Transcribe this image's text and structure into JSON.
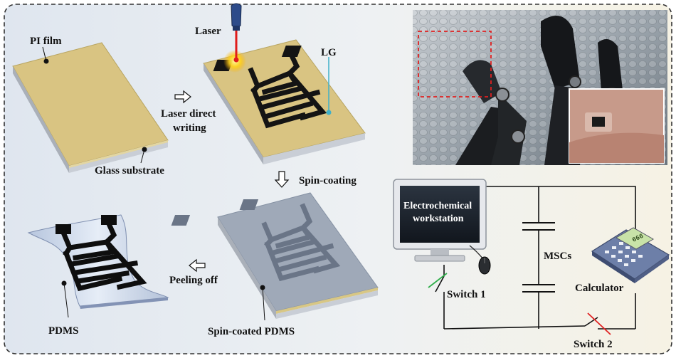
{
  "labels": {
    "pi_film": "PI film",
    "glass_substrate": "Glass substrate",
    "laser": "Laser",
    "lg": "LG",
    "laser_direct_line1": "Laser direct",
    "laser_direct_line2": "writing",
    "spin_coating": "Spin-coating",
    "peeling_off": "Peeling off",
    "pdms": "PDMS",
    "spin_coated_pdms": "Spin-coated PDMS",
    "workstation_line1": "Electrochemical",
    "workstation_line2": "workstation",
    "mscs": "MSCs",
    "calculator": "Calculator",
    "calculator_display": "666",
    "switch1": "Switch 1",
    "switch2": "Switch 2"
  },
  "colors": {
    "pi_film": "#d9c482",
    "glass": "#c9ced6",
    "pdms": "#9fa9b8",
    "lg": "#141414",
    "laser": "#e01b1b",
    "lg_pointer": "#3fb0c8",
    "frame": "#333333"
  }
}
